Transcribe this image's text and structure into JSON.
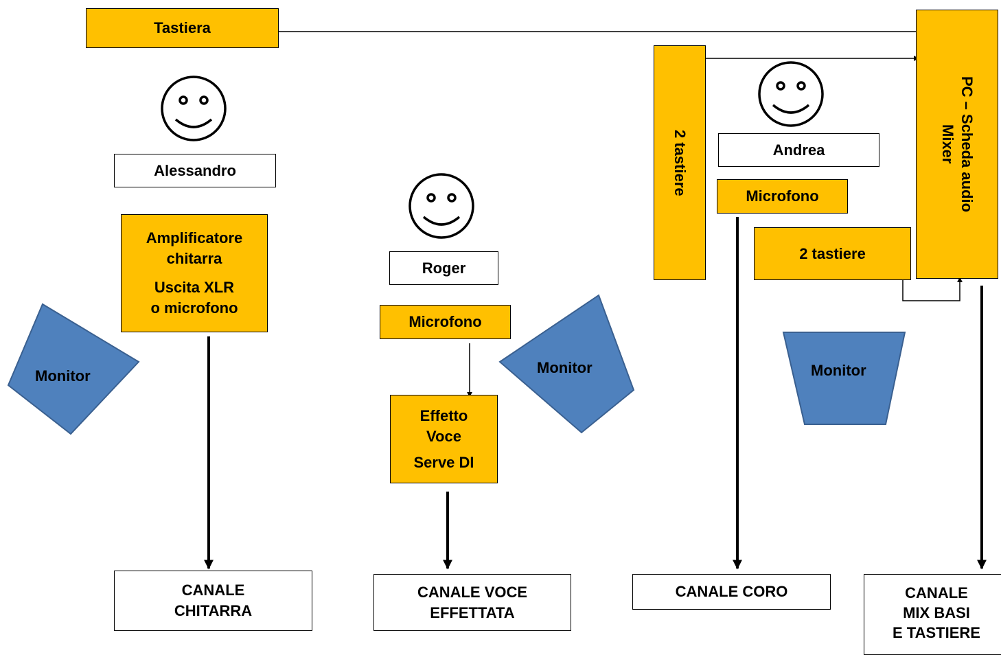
{
  "people": {
    "alessandro": "Alessandro",
    "roger": "Roger",
    "andrea": "Andrea"
  },
  "devices": {
    "tastiera": "Tastiera",
    "due_tastiere_vertical": "2 tastiere",
    "due_tastiere": "2 tastiere",
    "pc": [
      "PC – Scheda audio",
      "Mixer"
    ],
    "amp": [
      "Amplificatore",
      "chitarra",
      "Uscita XLR",
      "o microfono"
    ],
    "mic_roger": "Microfono",
    "mic_andrea": "Microfono",
    "effetto": [
      "Effetto",
      "Voce",
      "Serve DI"
    ]
  },
  "monitors": {
    "left": "Monitor",
    "center": "Monitor",
    "right": "Monitor"
  },
  "channels": {
    "chitarra": [
      "CANALE",
      "CHITARRA"
    ],
    "voce": [
      "CANALE VOCE",
      "EFFETTATA"
    ],
    "coro": "CANALE CORO",
    "mix": [
      "CANALE",
      "MIX BASI",
      "E TASTIERE"
    ]
  },
  "colors": {
    "orange": "#ffc000",
    "monitor_blue": "#4f81bd",
    "monitor_border": "#3a6090"
  }
}
